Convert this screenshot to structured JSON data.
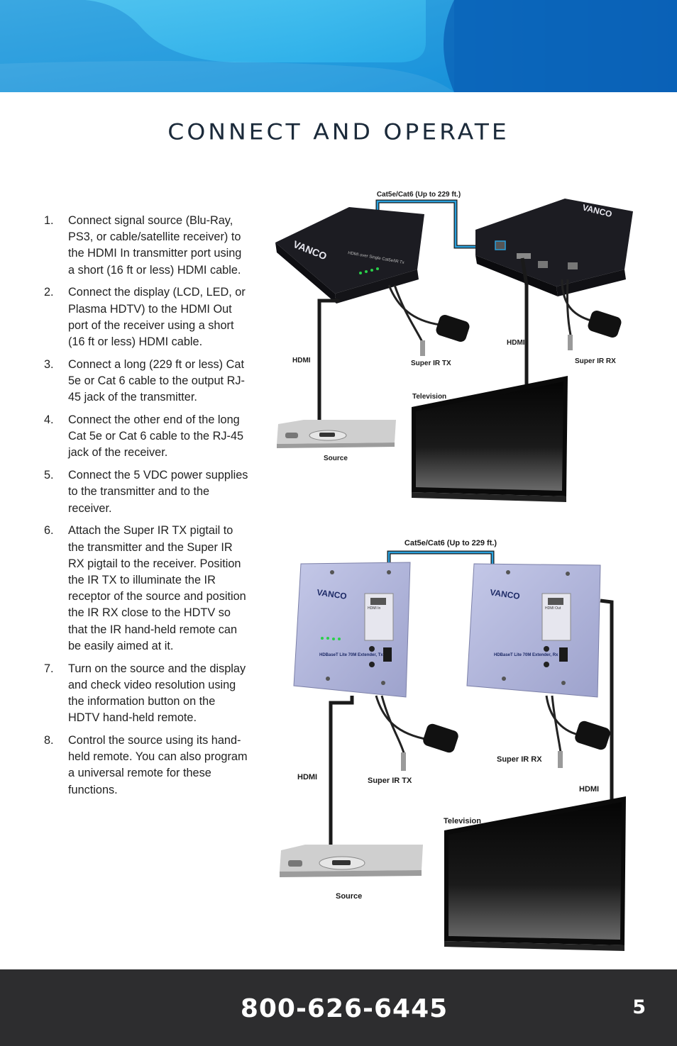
{
  "page": {
    "title": "CONNECT AND OPERATE",
    "phone": "800-626-6445",
    "page_number": "5"
  },
  "steps": [
    {
      "num": "1.",
      "text": "Connect signal source (Blu-Ray, PS3, or cable/satellite receiver) to the HDMI In transmitter port using a short (16 ft or less) HDMI cable."
    },
    {
      "num": "2.",
      "text": "Connect the display (LCD, LED, or Plasma HDTV) to the HDMI Out port of the receiver using a short (16 ft or less) HDMI cable."
    },
    {
      "num": "3.",
      "text": "Connect a long (229 ft or less) Cat 5e or Cat 6 cable to the output RJ-45 jack of the transmitter."
    },
    {
      "num": "4.",
      "text": "Connect the other end of the long Cat 5e or Cat 6 cable to the RJ-45 jack of the receiver."
    },
    {
      "num": "5.",
      "text": "Connect the 5 VDC power supplies to the transmitter and to the receiver."
    },
    {
      "num": "6.",
      "text": "Attach the Super IR TX pigtail to the transmitter and the Super IR RX pigtail to the receiver. Position the IR TX to illuminate the IR receptor of the source and position the IR RX close to the HDTV so that the IR hand-held remote can be easily aimed at it."
    },
    {
      "num": "7.",
      "text": "Turn on the source and the display and check video resolution using the information button on the HDTV hand-held remote."
    },
    {
      "num": "8.",
      "text": "Control the source using its hand-held remote. You can also program a universal remote for these functions."
    }
  ],
  "diagram1": {
    "cable": "Cat5e/Cat6 (Up to 229 ft.)",
    "hdmi_left": "HDMI",
    "hdmi_right": "HDMI",
    "ir_tx": "Super IR TX",
    "ir_rx": "Super IR RX",
    "television": "Television",
    "source": "Source",
    "brand": "VANCO",
    "tx_front_text": "HDMI over Single Cat5e/IR Tx"
  },
  "diagram2": {
    "cable": "Cat5e/Cat6 (Up to 229 ft.)",
    "hdmi_left": "HDMI",
    "hdmi_right": "HDMI",
    "ir_tx": "Super IR TX",
    "ir_rx": "Super IR RX",
    "television": "Television",
    "source": "Source",
    "brand": "VANCO",
    "tx_plate_text": "HDBaseT Lite 70M Extender, Tx",
    "rx_plate_text": "HDBaseT Lite 70M Extender, Rx",
    "tx_port": "HDMI In",
    "rx_port": "HDMI Out"
  },
  "colors": {
    "banner_light": "#4cc4f0",
    "banner_dark": "#0a6fc4",
    "title": "#1b2a3a",
    "footer_bg": "#2d2d2f",
    "cat_cable": "#2aa0dc"
  }
}
